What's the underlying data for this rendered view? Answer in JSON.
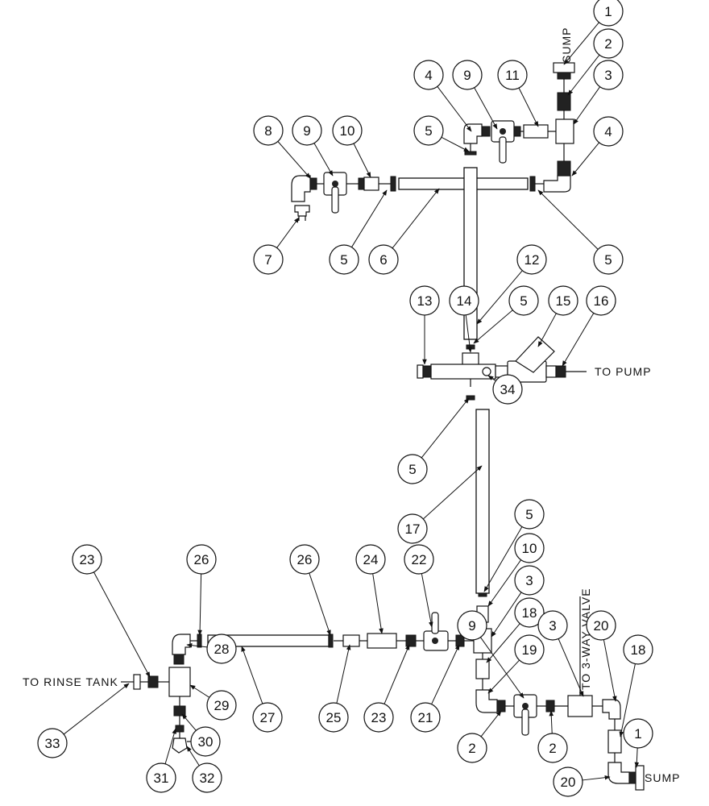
{
  "labels": {
    "sump_top": "SUMP",
    "sump_bottom": "SUMP",
    "to_pump": "TO PUMP",
    "to_rinse_tank": "TO RINSE TANK",
    "to_3way_valve": "TO 3-WAY VALVE"
  },
  "balloons": [
    {
      "id": "b1",
      "n": "1"
    },
    {
      "id": "b2",
      "n": "2"
    },
    {
      "id": "b3",
      "n": "3"
    },
    {
      "id": "b4a",
      "n": "4"
    },
    {
      "id": "b9a",
      "n": "9"
    },
    {
      "id": "b11",
      "n": "11"
    },
    {
      "id": "b4b",
      "n": "4"
    },
    {
      "id": "b5a",
      "n": "5"
    },
    {
      "id": "b8",
      "n": "8"
    },
    {
      "id": "b9b",
      "n": "9"
    },
    {
      "id": "b10a",
      "n": "10"
    },
    {
      "id": "b7",
      "n": "7"
    },
    {
      "id": "b5b",
      "n": "5"
    },
    {
      "id": "b6",
      "n": "6"
    },
    {
      "id": "b5c",
      "n": "5"
    },
    {
      "id": "b12",
      "n": "12"
    },
    {
      "id": "b13",
      "n": "13"
    },
    {
      "id": "b14",
      "n": "14"
    },
    {
      "id": "b5d",
      "n": "5"
    },
    {
      "id": "b15",
      "n": "15"
    },
    {
      "id": "b16",
      "n": "16"
    },
    {
      "id": "b34",
      "n": "34"
    },
    {
      "id": "b5e",
      "n": "5"
    },
    {
      "id": "b17",
      "n": "17"
    },
    {
      "id": "b5f",
      "n": "5"
    },
    {
      "id": "b10b",
      "n": "10"
    },
    {
      "id": "b3b",
      "n": "3"
    },
    {
      "id": "b18a",
      "n": "18"
    },
    {
      "id": "b19",
      "n": "19"
    },
    {
      "id": "b9c",
      "n": "9"
    },
    {
      "id": "b3c",
      "n": "3"
    },
    {
      "id": "b20a",
      "n": "20"
    },
    {
      "id": "b18b",
      "n": "18"
    },
    {
      "id": "b1b",
      "n": "1"
    },
    {
      "id": "b20b",
      "n": "20"
    },
    {
      "id": "b2b",
      "n": "2"
    },
    {
      "id": "b2c",
      "n": "2"
    },
    {
      "id": "b23a",
      "n": "23"
    },
    {
      "id": "b26a",
      "n": "26"
    },
    {
      "id": "b26b",
      "n": "26"
    },
    {
      "id": "b24",
      "n": "24"
    },
    {
      "id": "b22",
      "n": "22"
    },
    {
      "id": "b28",
      "n": "28"
    },
    {
      "id": "b27",
      "n": "27"
    },
    {
      "id": "b25",
      "n": "25"
    },
    {
      "id": "b23b",
      "n": "23"
    },
    {
      "id": "b21",
      "n": "21"
    },
    {
      "id": "b33",
      "n": "33"
    },
    {
      "id": "b29",
      "n": "29"
    },
    {
      "id": "b30",
      "n": "30"
    },
    {
      "id": "b31",
      "n": "31"
    },
    {
      "id": "b32",
      "n": "32"
    }
  ]
}
